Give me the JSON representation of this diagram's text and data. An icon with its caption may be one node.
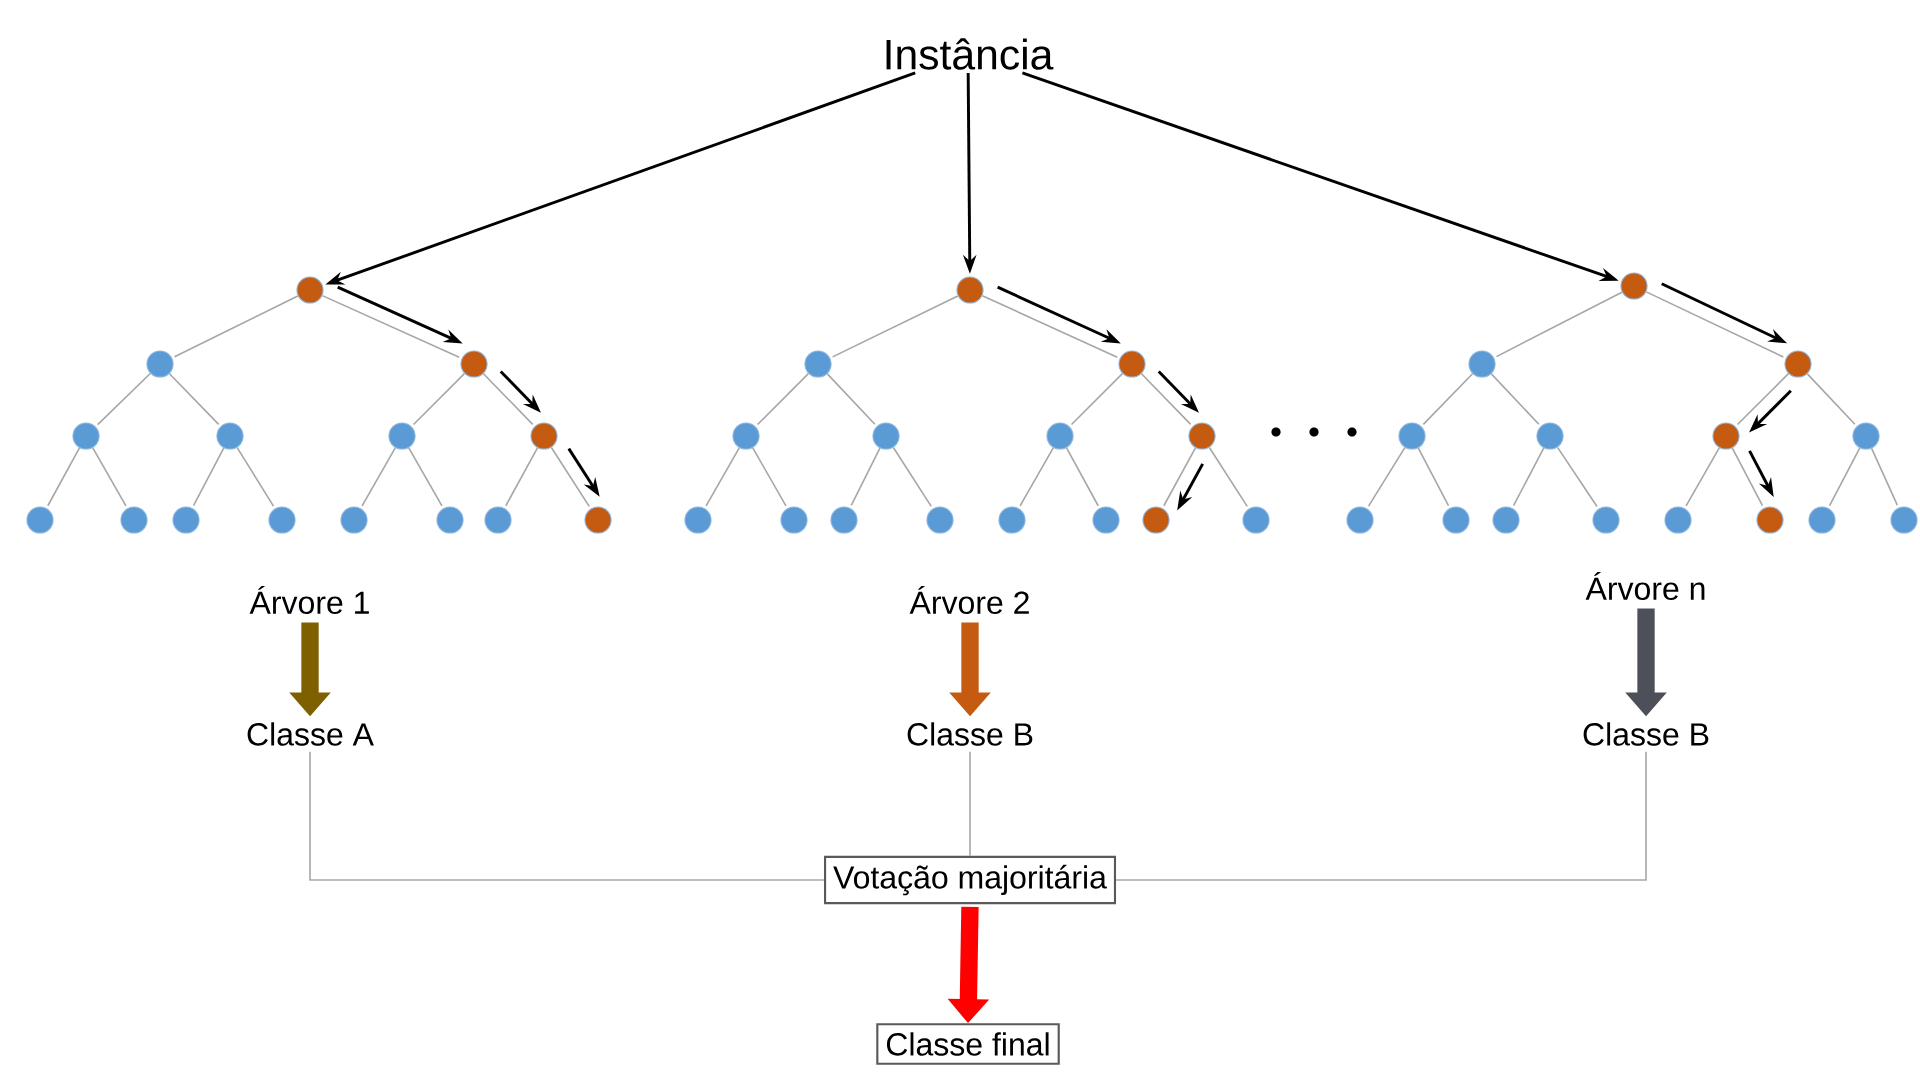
{
  "diagram": {
    "nodes": [
      {
        "text": [
          "Instância"
        ]
      },
      {
        "text": [],
        "shape": "circle"
      },
      {
        "text": [],
        "shape": "circle"
      },
      {
        "text": [],
        "shape": "circle"
      },
      {
        "text": [],
        "shape": "circle"
      },
      {
        "text": [],
        "shape": "circle"
      },
      {
        "text": [],
        "shape": "circle"
      },
      {
        "text": [],
        "shape": "circle"
      },
      {
        "text": [],
        "shape": "circle"
      },
      {
        "text": [],
        "shape": "circle"
      },
      {
        "text": [],
        "shape": "circle"
      },
      {
        "text": [],
        "shape": "circle"
      },
      {
        "text": [],
        "shape": "circle"
      },
      {
        "text": [],
        "shape": "circle"
      },
      {
        "text": [],
        "shape": "circle"
      },
      {
        "text": [],
        "shape": "circle"
      },
      {
        "text": [],
        "shape": "circle"
      },
      {
        "text": [],
        "shape": "circle"
      },
      {
        "text": [],
        "shape": "circle"
      },
      {
        "text": [],
        "shape": "circle"
      },
      {
        "text": [],
        "shape": "circle"
      },
      {
        "text": [],
        "shape": "circle"
      },
      {
        "text": [],
        "shape": "circle"
      },
      {
        "text": [],
        "shape": "circle"
      },
      {
        "text": [],
        "shape": "circle"
      },
      {
        "text": [],
        "shape": "circle"
      },
      {
        "text": [],
        "shape": "circle"
      },
      {
        "text": [],
        "shape": "circle"
      },
      {
        "text": [],
        "shape": "circle"
      },
      {
        "text": [],
        "shape": "circle"
      },
      {
        "text": [],
        "shape": "circle"
      },
      {
        "text": [],
        "shape": "circle"
      },
      {
        "text": [],
        "shape": "circle"
      },
      {
        "text": [],
        "shape": "circle"
      },
      {
        "text": [],
        "shape": "circle"
      },
      {
        "text": [],
        "shape": "circle"
      },
      {
        "text": [],
        "shape": "circle"
      },
      {
        "text": [],
        "shape": "circle"
      },
      {
        "text": [],
        "shape": "circle"
      },
      {
        "text": [],
        "shape": "circle"
      },
      {
        "text": [],
        "shape": "circle"
      },
      {
        "text": [],
        "shape": "circle"
      },
      {
        "text": [],
        "shape": "circle"
      },
      {
        "text": [],
        "shape": "circle"
      },
      {
        "text": [],
        "shape": "circle"
      },
      {
        "text": [],
        "shape": "circle"
      },
      {
        "text": [
          "Árvore 1"
        ]
      },
      {
        "text": [
          "Árvore 2"
        ]
      },
      {
        "text": [
          "Árvore n"
        ]
      },
      {
        "text": [
          "Classe A"
        ]
      },
      {
        "text": [
          "Classe B"
        ]
      },
      {
        "text": [
          "Classe B"
        ]
      },
      {
        "text": [
          "Votação majoritária"
        ]
      },
      {
        "text": [
          "Classe final"
        ]
      }
    ],
    "edges": [
      {
        "from": 1,
        "to": 2,
        "arrow": "none"
      },
      {
        "from": 1,
        "to": 3,
        "arrow": "none"
      },
      {
        "from": 2,
        "to": 4,
        "arrow": "none"
      },
      {
        "from": 2,
        "to": 5,
        "arrow": "none"
      },
      {
        "from": 3,
        "to": 6,
        "arrow": "none"
      },
      {
        "from": 3,
        "to": 7,
        "arrow": "none"
      },
      {
        "from": 4,
        "to": 8,
        "arrow": "none"
      },
      {
        "from": 4,
        "to": 9,
        "arrow": "none"
      },
      {
        "from": 5,
        "to": 10,
        "arrow": "none"
      },
      {
        "from": 5,
        "to": 11,
        "arrow": "none"
      },
      {
        "from": 6,
        "to": 12,
        "arrow": "none"
      },
      {
        "from": 6,
        "to": 13,
        "arrow": "none"
      },
      {
        "from": 7,
        "to": 14,
        "arrow": "none"
      },
      {
        "from": 7,
        "to": 15,
        "arrow": "none"
      },
      {
        "from": 16,
        "to": 17,
        "arrow": "none"
      },
      {
        "from": 16,
        "to": 18,
        "arrow": "none"
      },
      {
        "from": 17,
        "to": 19,
        "arrow": "none"
      },
      {
        "from": 17,
        "to": 20,
        "arrow": "none"
      },
      {
        "from": 18,
        "to": 21,
        "arrow": "none"
      },
      {
        "from": 18,
        "to": 22,
        "arrow": "none"
      },
      {
        "from": 19,
        "to": 23,
        "arrow": "none"
      },
      {
        "from": 19,
        "to": 24,
        "arrow": "none"
      },
      {
        "from": 20,
        "to": 25,
        "arrow": "none"
      },
      {
        "from": 20,
        "to": 26,
        "arrow": "none"
      },
      {
        "from": 21,
        "to": 27,
        "arrow": "none"
      },
      {
        "from": 21,
        "to": 28,
        "arrow": "none"
      },
      {
        "from": 22,
        "to": 29,
        "arrow": "none"
      },
      {
        "from": 22,
        "to": 30,
        "arrow": "none"
      },
      {
        "from": 31,
        "to": 32,
        "arrow": "none"
      },
      {
        "from": 31,
        "to": 33,
        "arrow": "none"
      },
      {
        "from": 32,
        "to": 34,
        "arrow": "none"
      },
      {
        "from": 32,
        "to": 35,
        "arrow": "none"
      },
      {
        "from": 33,
        "to": 36,
        "arrow": "none"
      },
      {
        "from": 33,
        "to": 37,
        "arrow": "none"
      },
      {
        "from": 34,
        "to": 38,
        "arrow": "none"
      },
      {
        "from": 34,
        "to": 39,
        "arrow": "none"
      },
      {
        "from": 35,
        "to": 40,
        "arrow": "none"
      },
      {
        "from": 35,
        "to": 41,
        "arrow": "none"
      },
      {
        "from": 36,
        "to": 42,
        "arrow": "none"
      },
      {
        "from": 36,
        "to": 43,
        "arrow": "none"
      },
      {
        "from": 37,
        "to": 44,
        "arrow": "none"
      },
      {
        "from": 37,
        "to": 45,
        "arrow": "none"
      },
      {
        "from": 0,
        "to": 1,
        "arrow": "to",
        "color": "#000000"
      },
      {
        "from": 0,
        "to": 16,
        "arrow": "to",
        "color": "#000000"
      },
      {
        "from": 0,
        "to": 31,
        "arrow": "to",
        "color": "#000000"
      },
      {
        "from": 1,
        "to": 3,
        "arrow": "to",
        "color": "#000000"
      },
      {
        "from": 3,
        "to": 7,
        "arrow": "to",
        "color": "#000000"
      },
      {
        "from": 7,
        "to": 15,
        "arrow": "to",
        "color": "#000000"
      },
      {
        "from": 16,
        "to": 18,
        "arrow": "to",
        "color": "#000000"
      },
      {
        "from": 18,
        "to": 22,
        "arrow": "to",
        "color": "#000000"
      },
      {
        "from": 22,
        "to": 29,
        "arrow": "to",
        "color": "#000000"
      },
      {
        "from": 31,
        "to": 33,
        "arrow": "to",
        "color": "#000000"
      },
      {
        "from": 33,
        "to": 36,
        "arrow": "to",
        "color": "#000000"
      },
      {
        "from": 36,
        "to": 43,
        "arrow": "to",
        "color": "#000000"
      },
      {
        "from": 46,
        "to": 49,
        "arrow": "to",
        "style": "thick",
        "color": "#7f6000"
      },
      {
        "from": 47,
        "to": 50,
        "arrow": "to",
        "style": "thick",
        "color": "#c55a11"
      },
      {
        "from": 48,
        "to": 51,
        "arrow": "to",
        "style": "thick",
        "color": "#4d5059"
      },
      {
        "from": 49,
        "to": 52,
        "arrow": "none"
      },
      {
        "from": 50,
        "to": 52,
        "arrow": "none"
      },
      {
        "from": 51,
        "to": 52,
        "arrow": "none"
      },
      {
        "from": 52,
        "to": 53,
        "arrow": "to",
        "style": "thick",
        "color": "#ff0000"
      }
    ]
  }
}
